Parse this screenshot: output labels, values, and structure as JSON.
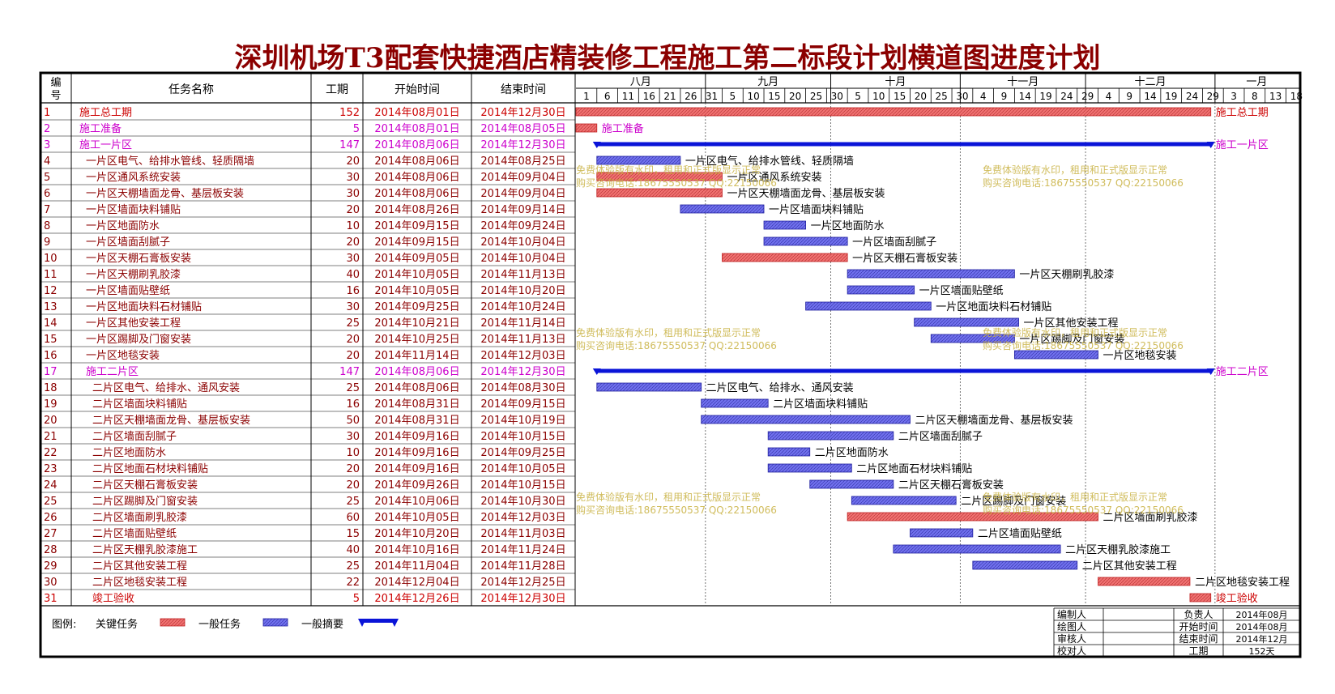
{
  "title": "深圳机场T3配套快捷酒店精装修工程施工第二标段计划横道图进度计划",
  "colors": {
    "critical": "#f06a6a",
    "normal": "#6d6df0",
    "summary": "#0a14d8",
    "summary_text": "#cc00cc",
    "critical_text": "#cc0000",
    "row_text": "#8b0000",
    "watermark": "#c8b040"
  },
  "headers": {
    "num": "编号",
    "name": "任务名称",
    "dur": "工期",
    "start": "开始时间",
    "end": "结束时间"
  },
  "months": [
    {
      "label": "八月"
    },
    {
      "label": "九月"
    },
    {
      "label": "十月"
    },
    {
      "label": "十一月"
    },
    {
      "label": "十二月"
    },
    {
      "label": "一月"
    }
  ],
  "day_ticks": [
    "1",
    "6",
    "11",
    "16",
    "21",
    "26",
    "31",
    "5",
    "10",
    "15",
    "20",
    "25",
    "30",
    "5",
    "10",
    "15",
    "20",
    "25",
    "30",
    "4",
    "9",
    "14",
    "19",
    "24",
    "29",
    "4",
    "9",
    "14",
    "19",
    "24",
    "29",
    "3",
    "8",
    "13",
    "18"
  ],
  "legend": {
    "label": "图例:",
    "critical": "关键任务",
    "normal": "一般任务",
    "summary": "一般摘要"
  },
  "signoff": {
    "left": [
      "编制人",
      "绘图人",
      "审核人",
      "校对人"
    ],
    "right_labels": [
      "负责人",
      "开始时间",
      "结束时间",
      "工期"
    ],
    "right_values": [
      "2014年08月",
      "2014年08月",
      "2014年12月",
      "152天"
    ]
  },
  "watermark": {
    "line1": "免费体验版有水印，租用和正式版显示正常",
    "line2": "购买咨询电话:18675550537 QQ:22150066"
  },
  "chart_data": {
    "type": "gantt",
    "timeline_start": "2014-08-01",
    "timeline_end": "2015-01-21",
    "tasks": [
      {
        "id": "1",
        "name": "施工总工期",
        "dur": 152,
        "start": "2014年08月01日",
        "end": "2014年12月30日",
        "s": "2014-08-01",
        "e": "2014-12-30",
        "kind": "critical",
        "level": 0,
        "label": "施工总工期"
      },
      {
        "id": "2",
        "name": "施工准备",
        "dur": 5,
        "start": "2014年08月01日",
        "end": "2014年08月05日",
        "s": "2014-08-01",
        "e": "2014-08-05",
        "kind": "critical",
        "level": 0,
        "label": "施工准备"
      },
      {
        "id": "3",
        "name": "施工一片区",
        "dur": 147,
        "start": "2014年08月06日",
        "end": "2014年12月30日",
        "s": "2014-08-06",
        "e": "2014-12-30",
        "kind": "summary",
        "level": 0,
        "label": "施工一片区"
      },
      {
        "id": "4",
        "name": "一片区电气、给排水管线、轻质隔墙",
        "dur": 20,
        "start": "2014年08月06日",
        "end": "2014年08月25日",
        "s": "2014-08-06",
        "e": "2014-08-25",
        "kind": "normal",
        "level": 1,
        "label": "一片区电气、给排水管线、轻质隔墙"
      },
      {
        "id": "5",
        "name": "一片区通风系统安装",
        "dur": 30,
        "start": "2014年08月06日",
        "end": "2014年09月04日",
        "s": "2014-08-06",
        "e": "2014-09-04",
        "kind": "critical",
        "level": 1,
        "label": "一片区通风系统安装"
      },
      {
        "id": "6",
        "name": "一片区天棚墙面龙骨、基层板安装",
        "dur": 30,
        "start": "2014年08月06日",
        "end": "2014年09月04日",
        "s": "2014-08-06",
        "e": "2014-09-04",
        "kind": "critical",
        "level": 1,
        "label": "一片区天棚墙面龙骨、基层板安装"
      },
      {
        "id": "7",
        "name": "一片区墙面块料铺贴",
        "dur": 20,
        "start": "2014年08月26日",
        "end": "2014年09月14日",
        "s": "2014-08-26",
        "e": "2014-09-14",
        "kind": "normal",
        "level": 1,
        "label": "一片区墙面块料铺贴"
      },
      {
        "id": "8",
        "name": "一片区地面防水",
        "dur": 10,
        "start": "2014年09月15日",
        "end": "2014年09月24日",
        "s": "2014-09-15",
        "e": "2014-09-24",
        "kind": "normal",
        "level": 1,
        "label": "一片区地面防水"
      },
      {
        "id": "9",
        "name": "一片区墙面刮腻子",
        "dur": 20,
        "start": "2014年09月15日",
        "end": "2014年10月04日",
        "s": "2014-09-15",
        "e": "2014-10-04",
        "kind": "normal",
        "level": 1,
        "label": "一片区墙面刮腻子"
      },
      {
        "id": "10",
        "name": "一片区天棚石膏板安装",
        "dur": 30,
        "start": "2014年09月05日",
        "end": "2014年10月04日",
        "s": "2014-09-05",
        "e": "2014-10-04",
        "kind": "critical",
        "level": 1,
        "label": "一片区天棚石膏板安装"
      },
      {
        "id": "11",
        "name": "一片区天棚刷乳胶漆",
        "dur": 40,
        "start": "2014年10月05日",
        "end": "2014年11月13日",
        "s": "2014-10-05",
        "e": "2014-11-13",
        "kind": "normal",
        "level": 1,
        "label": "一片区天棚刷乳胶漆"
      },
      {
        "id": "12",
        "name": "一片区墙面贴壁纸",
        "dur": 16,
        "start": "2014年10月05日",
        "end": "2014年10月20日",
        "s": "2014-10-05",
        "e": "2014-10-20",
        "kind": "normal",
        "level": 1,
        "label": "一片区墙面贴壁纸"
      },
      {
        "id": "13",
        "name": "一片区地面块料石材铺贴",
        "dur": 30,
        "start": "2014年09月25日",
        "end": "2014年10月24日",
        "s": "2014-09-25",
        "e": "2014-10-24",
        "kind": "normal",
        "level": 1,
        "label": "一片区地面块料石材铺贴"
      },
      {
        "id": "14",
        "name": "一片区其他安装工程",
        "dur": 25,
        "start": "2014年10月21日",
        "end": "2014年11月14日",
        "s": "2014-10-21",
        "e": "2014-11-14",
        "kind": "normal",
        "level": 1,
        "label": "一片区其他安装工程"
      },
      {
        "id": "15",
        "name": "一片区踢脚及门窗安装",
        "dur": 20,
        "start": "2014年10月25日",
        "end": "2014年11月13日",
        "s": "2014-10-25",
        "e": "2014-11-13",
        "kind": "normal",
        "level": 1,
        "label": "一片区踢脚及门窗安装"
      },
      {
        "id": "16",
        "name": "一片区地毯安装",
        "dur": 20,
        "start": "2014年11月14日",
        "end": "2014年12月03日",
        "s": "2014-11-14",
        "e": "2014-12-03",
        "kind": "normal",
        "level": 1,
        "label": "一片区地毯安装"
      },
      {
        "id": "17",
        "name": "施工二片区",
        "dur": 147,
        "start": "2014年08月06日",
        "end": "2014年12月30日",
        "s": "2014-08-06",
        "e": "2014-12-30",
        "kind": "summary",
        "level": 1,
        "label": "施工二片区"
      },
      {
        "id": "18",
        "name": "二片区电气、给排水、通风安装",
        "dur": 25,
        "start": "2014年08月06日",
        "end": "2014年08月30日",
        "s": "2014-08-06",
        "e": "2014-08-30",
        "kind": "normal",
        "level": 2,
        "label": "二片区电气、给排水、通风安装"
      },
      {
        "id": "19",
        "name": "二片区墙面块料铺贴",
        "dur": 16,
        "start": "2014年08月31日",
        "end": "2014年09月15日",
        "s": "2014-08-31",
        "e": "2014-09-15",
        "kind": "normal",
        "level": 2,
        "label": "二片区墙面块料铺贴"
      },
      {
        "id": "20",
        "name": "二片区天棚墙面龙骨、基层板安装",
        "dur": 50,
        "start": "2014年08月31日",
        "end": "2014年10月19日",
        "s": "2014-08-31",
        "e": "2014-10-19",
        "kind": "normal",
        "level": 2,
        "label": "二片区天棚墙面龙骨、基层板安装"
      },
      {
        "id": "21",
        "name": "二片区墙面刮腻子",
        "dur": 30,
        "start": "2014年09月16日",
        "end": "2014年10月15日",
        "s": "2014-09-16",
        "e": "2014-10-15",
        "kind": "normal",
        "level": 2,
        "label": "二片区墙面刮腻子"
      },
      {
        "id": "22",
        "name": "二片区地面防水",
        "dur": 10,
        "start": "2014年09月16日",
        "end": "2014年09月25日",
        "s": "2014-09-16",
        "e": "2014-09-25",
        "kind": "normal",
        "level": 2,
        "label": "二片区地面防水"
      },
      {
        "id": "23",
        "name": "二片区地面石材块料铺贴",
        "dur": 20,
        "start": "2014年09月16日",
        "end": "2014年10月05日",
        "s": "2014-09-16",
        "e": "2014-10-05",
        "kind": "normal",
        "level": 2,
        "label": "二片区地面石材块料铺贴"
      },
      {
        "id": "24",
        "name": "二片区天棚石膏板安装",
        "dur": 20,
        "start": "2014年09月26日",
        "end": "2014年10月15日",
        "s": "2014-09-26",
        "e": "2014-10-15",
        "kind": "normal",
        "level": 2,
        "label": "二片区天棚石膏板安装"
      },
      {
        "id": "25",
        "name": "二片区踢脚及门窗安装",
        "dur": 25,
        "start": "2014年10月06日",
        "end": "2014年10月30日",
        "s": "2014-10-06",
        "e": "2014-10-30",
        "kind": "normal",
        "level": 2,
        "label": "二片区踢脚及门窗安装"
      },
      {
        "id": "26",
        "name": "二片区墙面刷乳胶漆",
        "dur": 60,
        "start": "2014年10月05日",
        "end": "2014年12月03日",
        "s": "2014-10-05",
        "e": "2014-12-03",
        "kind": "critical",
        "level": 2,
        "label": "二片区墙面刷乳胶漆"
      },
      {
        "id": "27",
        "name": "二片区墙面贴壁纸",
        "dur": 15,
        "start": "2014年10月20日",
        "end": "2014年11月03日",
        "s": "2014-10-20",
        "e": "2014-11-03",
        "kind": "normal",
        "level": 2,
        "label": "二片区墙面贴壁纸"
      },
      {
        "id": "28",
        "name": "二片区天棚乳胶漆施工",
        "dur": 40,
        "start": "2014年10月16日",
        "end": "2014年11月24日",
        "s": "2014-10-16",
        "e": "2014-11-24",
        "kind": "normal",
        "level": 2,
        "label": "二片区天棚乳胶漆施工"
      },
      {
        "id": "29",
        "name": "二片区其他安装工程",
        "dur": 25,
        "start": "2014年11月04日",
        "end": "2014年11月28日",
        "s": "2014-11-04",
        "e": "2014-11-28",
        "kind": "normal",
        "level": 2,
        "label": "二片区其他安装工程"
      },
      {
        "id": "30",
        "name": "二片区地毯安装工程",
        "dur": 22,
        "start": "2014年12月04日",
        "end": "2014年12月25日",
        "s": "2014-12-04",
        "e": "2014-12-25",
        "kind": "critical",
        "level": 2,
        "label": "二片区地毯安装工程"
      },
      {
        "id": "31",
        "name": "竣工验收",
        "dur": 5,
        "start": "2014年12月26日",
        "end": "2014年12月30日",
        "s": "2014-12-26",
        "e": "2014-12-30",
        "kind": "critical",
        "level": 2,
        "label": "竣工验收"
      }
    ]
  }
}
